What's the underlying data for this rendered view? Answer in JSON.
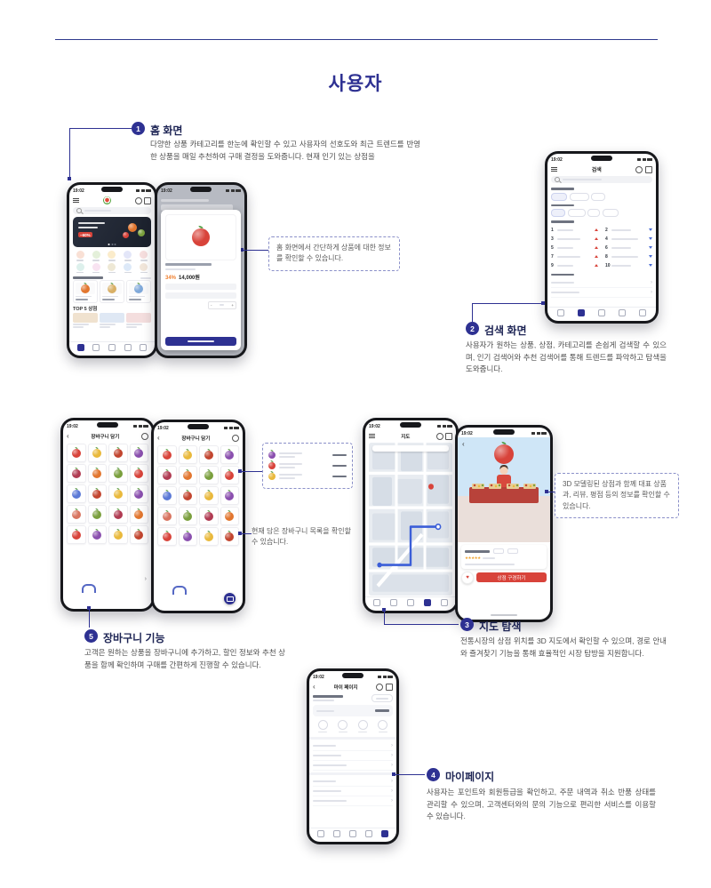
{
  "page": {
    "title": "사용자"
  },
  "palette": {
    "accent": "#2e3192",
    "danger": "#d8433a"
  },
  "phone": {
    "time": "19:02"
  },
  "sections": {
    "home": {
      "badge": "1",
      "title": "홈 화면",
      "description": "다양한 상품 카테고리를 한눈에 확인할 수 있고 사용자의 선호도와 최근 트렌드를 반영한 상품을 매일 추천하여 구매 결정을 도와줍니다. 현재 인기 있는 상점을",
      "callout": "홈 화면에서 간단하게 상품에 대한 정보를 확인할 수 있습니다."
    },
    "search": {
      "badge": "2",
      "title": "검색 화면",
      "description": "사용자가 원하는 상품, 상점, 카테고리를 손쉽게 검색할 수 있으며, 인기 검색어와 추천 검색어를 통해 트렌드를 파악하고 탐색을 도와줍니다."
    },
    "map": {
      "badge": "3",
      "title": "지도 탐색",
      "description": "전통시장의 상점 위치를 3D 지도에서 확인할 수 있으며, 경로 안내와 즐겨찾기 기능을 통해 효율적인 시장 탐방을 지원합니다.",
      "callout": "3D 모델링된 상점과 함께 대표 상품과, 리뷰, 평점 등의 정보를 확인할 수 있습니다."
    },
    "mypage": {
      "badge": "4",
      "title": "마이페이지",
      "description": "사용자는 포인트와 회원등급을 확인하고, 주문 내역과 취소 반품 상태를 관리할 수 있으며, 고객센터와의 문의 기능으로 편리한 서비스를 이용할 수 있습니다."
    },
    "cart": {
      "badge": "5",
      "title": "장바구니 기능",
      "description": "고객은 원하는 상품을 장바구니에 추가하고, 할인 정보와 추천 상품을 함께 확인하며 구매를 간편하게 진행할 수 있습니다.",
      "callout": "현재 담은 장바구니 목록을 확인할 수 있습니다."
    }
  },
  "home": {
    "top5_label": "TOP 5 상점",
    "banner_badge": "~60%",
    "modal_discount": "34%",
    "modal_price": "14,000원"
  },
  "search_screen": {
    "title": "검색",
    "ranks": [
      "1",
      "2",
      "3",
      "4",
      "5",
      "6",
      "7",
      "8",
      "9",
      "10"
    ]
  },
  "cart_screen": {
    "title": "장바구니 담기"
  },
  "map_screen": {
    "title": "지도",
    "visit_button": "상점 구경하기"
  },
  "mypage_screen": {
    "title": "마이 페이지"
  },
  "nav_icons": [
    "home",
    "search",
    "scan",
    "map-pin",
    "profile"
  ],
  "fruit_colors": [
    "#d8433a",
    "#e9b93c",
    "#c2452f",
    "#8a4fae",
    "#b03b52",
    "#e2762f",
    "#7a9f3d",
    "#d8433a",
    "#5b79d6",
    "#c2452f",
    "#e9b93c",
    "#8a4fae",
    "#d8745f",
    "#7a9f3d",
    "#b03b52",
    "#e2762f",
    "#d8433a",
    "#8a4fae",
    "#e9b93c",
    "#c2452f"
  ],
  "category_colors": [
    "#f9e0d5",
    "#e4f0da",
    "#fbeccb",
    "#e3e6f8",
    "#f6dede",
    "#ddf0ec",
    "#f8e3f1",
    "#eee8d5",
    "#dde9f8",
    "#f1e6da"
  ],
  "minicard_colors": [
    "#8a4fae",
    "#d8433a",
    "#e9b93c"
  ]
}
